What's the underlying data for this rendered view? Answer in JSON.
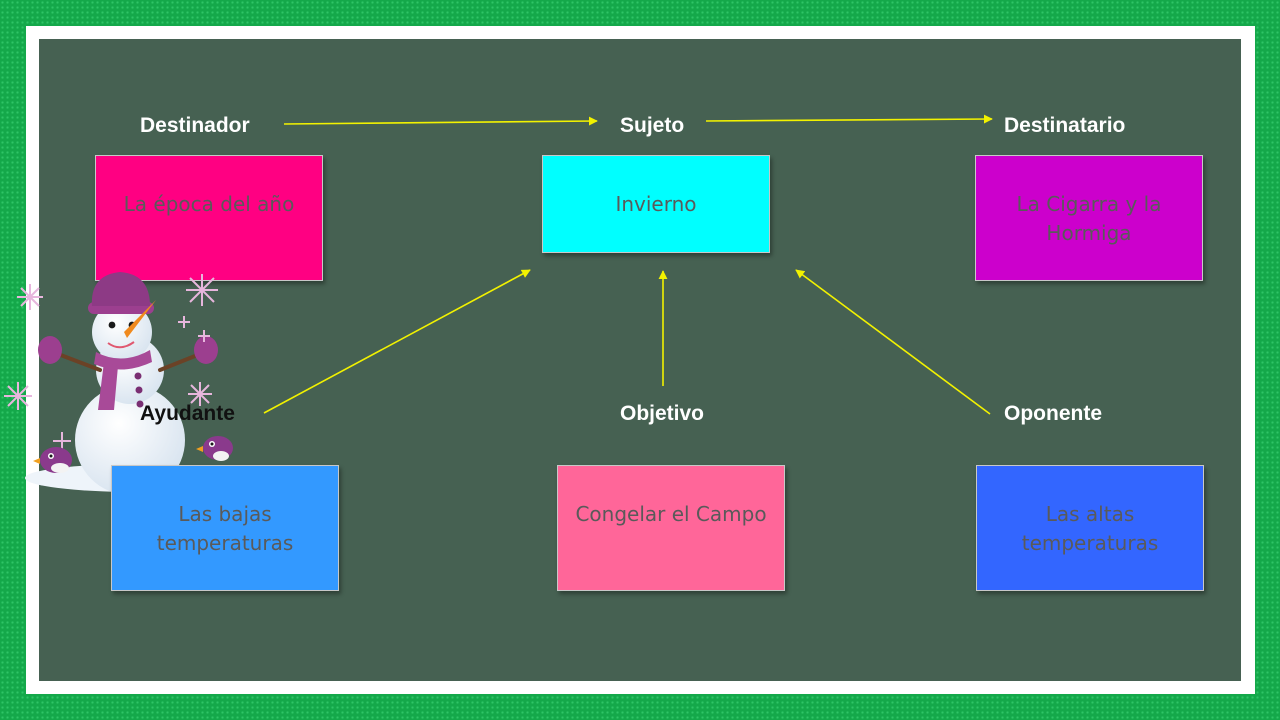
{
  "roles": {
    "destinador": "Destinador",
    "sujeto": "Sujeto",
    "destinatario": "Destinatario",
    "ayudante": "Ayudante",
    "objetivo": "Objetivo",
    "oponente": "Oponente"
  },
  "boxes": {
    "destinador": "La época del año",
    "sujeto": "Invierno",
    "destinatario": "La Cigarra y la Hormiga",
    "ayudante": "Las bajas temperaturas",
    "objetivo": "Congelar el Campo",
    "oponente": "Las altas temperaturas"
  },
  "colors": {
    "background": "#14a84a",
    "board": "#466152",
    "destinador_box": "#ff0082",
    "sujeto_box": "#00ffff",
    "destinatario_box": "#cc00cc",
    "ayudante_box": "#3399ff",
    "objetivo_box": "#ff6699",
    "oponente_box": "#3366ff",
    "arrow": "#f2f200"
  },
  "decoration": {
    "illustration": "snowman-with-snowflakes-and-birds"
  }
}
